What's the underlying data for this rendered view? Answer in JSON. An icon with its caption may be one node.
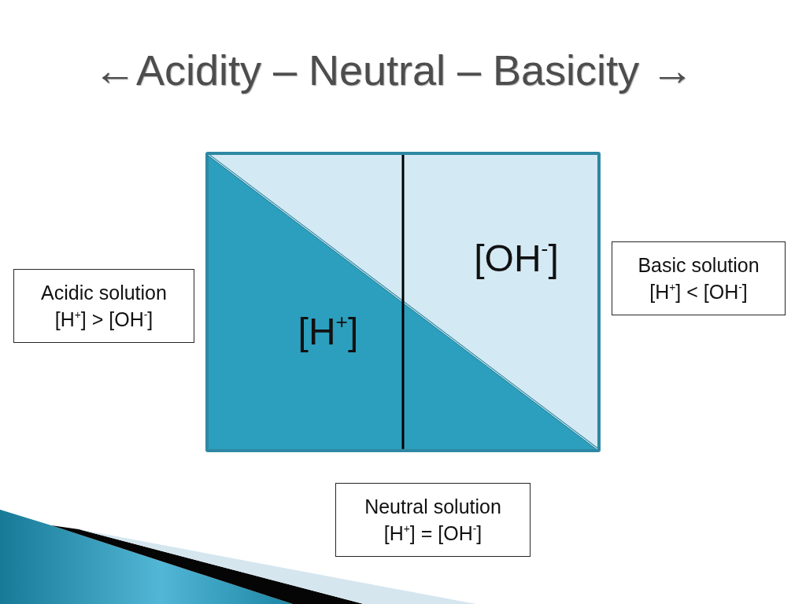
{
  "diagram": {
    "title": "←Acidity – Neutral – Basicity →",
    "nodes": [
      {
        "text": [
          "Acidic solution",
          "[H$^{+}$] > [OH$^{-}$]"
        ]
      },
      {
        "text": [],
        "shape": "box"
      },
      {
        "text": [
          "[OH$^{-}$]"
        ],
        "in": 1
      },
      {
        "text": [
          "[H$^{+}$]"
        ],
        "in": 1
      },
      {
        "text": [
          "Basic solution",
          "[H$^{+}$] < [OH$^{-}$]"
        ]
      },
      {
        "text": [
          "Neutral solution",
          "[H$^{+}$] = [OH$^{-}$]"
        ]
      }
    ]
  }
}
